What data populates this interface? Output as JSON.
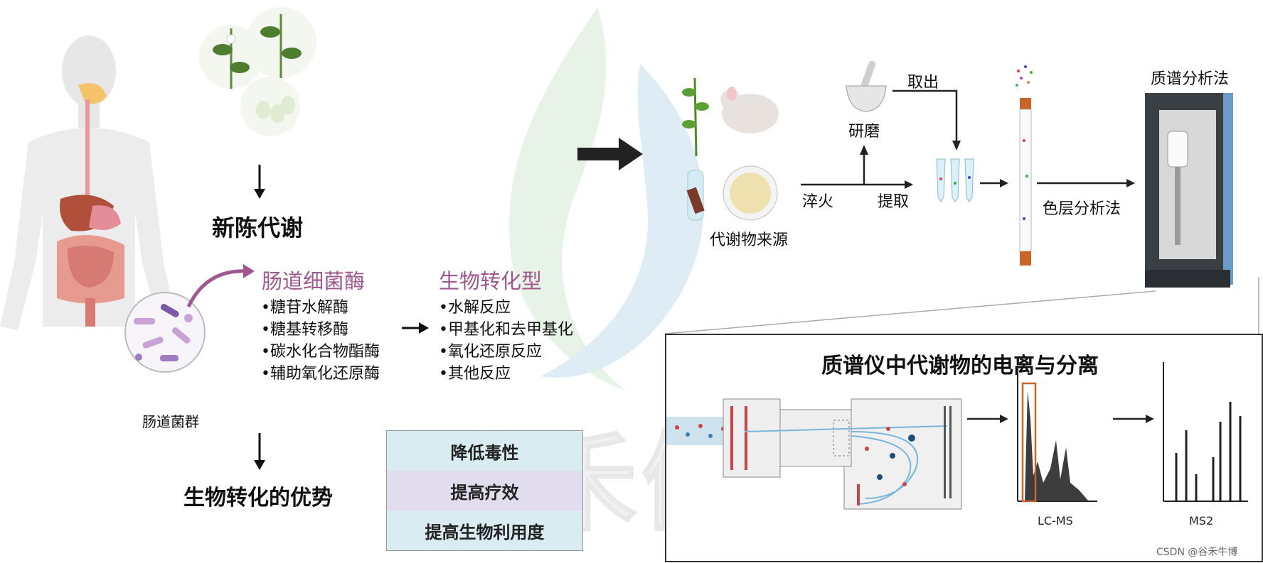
{
  "left": {
    "gut_microbiota_label": "肠道菌群",
    "metabolism_title": "新陈代谢",
    "advantage_title": "生物转化的优势",
    "enzymes": {
      "title": "肠道细菌酶",
      "items": [
        "•糖苷水解酶",
        "•糖基转移酶",
        "•碳水化合物酯酶",
        "•辅助氧化还原酶"
      ]
    },
    "biotransformation": {
      "title": "生物转化型",
      "items": [
        "•水解反应",
        "•甲基化和去甲基化",
        "•氧化还原反应",
        "•其他反应"
      ]
    },
    "advantages": [
      "降低毒性",
      "提高疗效",
      "提高生物利用度"
    ]
  },
  "workflow": {
    "source_label": "代谢物来源",
    "quench_label": "淬火",
    "grind_label": "研磨",
    "take_out_label": "取出",
    "extract_label": "提取",
    "chromatography_label": "色层分析法",
    "ms_label": "质谱分析法"
  },
  "panel": {
    "title": "质谱仪中代谢物的电离与分离",
    "lcms_label": "LC-MS",
    "ms2_label": "MS2"
  },
  "watermark": {
    "text": "谷禾健康",
    "credit": "CSDN @谷禾牛博"
  },
  "colors": {
    "accent_purple": "#a0578f",
    "panel_blue": "#d9ecf2",
    "panel_violet": "#e2dcef",
    "column_orange": "#c8662a"
  }
}
